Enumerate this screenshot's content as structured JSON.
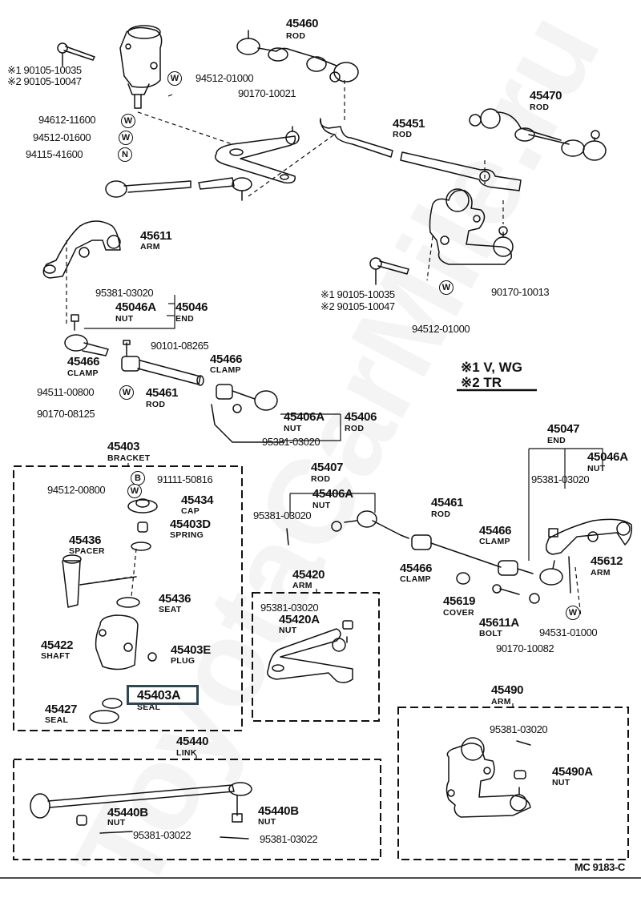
{
  "diagram": {
    "reference_code": "MC  9183-C",
    "watermark": "ToyotaCarMile.ru",
    "highlighted_part": "45403A",
    "highlight_color": "#2f4650",
    "legend": {
      "note1": "※1 V,  WG",
      "note2": "※2 TR"
    },
    "symbols": {
      "washer": "W",
      "nut": "N",
      "bolt": "B"
    },
    "parts": {
      "p45460": {
        "number": "45460",
        "name": "ROD"
      },
      "p45470": {
        "number": "45470",
        "name": "ROD"
      },
      "p45451": {
        "number": "45451",
        "name": "ROD"
      },
      "p45611": {
        "number": "45611",
        "name": "ARM"
      },
      "p45046A_top": {
        "number": "45046A",
        "name": "NUT"
      },
      "p45046_top": {
        "number": "45046",
        "name": "END"
      },
      "p45466_left": {
        "number": "45466",
        "name": "CLAMP"
      },
      "p45461_top": {
        "number": "45461",
        "name": "ROD"
      },
      "p45466_mid": {
        "number": "45466",
        "name": "CLAMP"
      },
      "p45406A": {
        "number": "45406A",
        "name": "NUT"
      },
      "p45406": {
        "number": "45406",
        "name": "ROD"
      },
      "p45403": {
        "number": "45403",
        "name": "BRACKET"
      },
      "p45434": {
        "number": "45434",
        "name": "CAP"
      },
      "p45403D": {
        "number": "45403D",
        "name": "SPRING"
      },
      "p45436_spacer": {
        "number": "45436",
        "name": "SPACER"
      },
      "p45436_seat": {
        "number": "45436",
        "name": "SEAT"
      },
      "p45422": {
        "number": "45422",
        "name": "SHAFT"
      },
      "p45403E": {
        "number": "45403E",
        "name": "PLUG"
      },
      "p45403A": {
        "number": "45403A",
        "name": "SEAL"
      },
      "p45427": {
        "number": "45427",
        "name": "SEAL"
      },
      "p45407": {
        "number": "45407",
        "name": "ROD"
      },
      "p45406A_b": {
        "number": "45406A",
        "name": "NUT"
      },
      "p45461_b": {
        "number": "45461",
        "name": "ROD"
      },
      "p45466_b1": {
        "number": "45466",
        "name": "CLAMP"
      },
      "p45466_b2": {
        "number": "45466",
        "name": "CLAMP"
      },
      "p45047": {
        "number": "45047",
        "name": "END"
      },
      "p45046A_b": {
        "number": "45046A",
        "name": "NUT"
      },
      "p45612": {
        "number": "45612",
        "name": "ARM"
      },
      "p45619": {
        "number": "45619",
        "name": "COVER"
      },
      "p45611A": {
        "number": "45611A",
        "name": "BOLT"
      },
      "p45420": {
        "number": "45420",
        "name": "ARM"
      },
      "p45420A": {
        "number": "45420A",
        "name": "NUT"
      },
      "p45440": {
        "number": "45440",
        "name": "LINK"
      },
      "p45440B_l": {
        "number": "45440B",
        "name": "NUT"
      },
      "p45440B_r": {
        "number": "45440B",
        "name": "NUT"
      },
      "p45490": {
        "number": "45490",
        "name": "ARM"
      },
      "p45490A": {
        "number": "45490A",
        "name": "NUT"
      }
    },
    "hardware": {
      "h1": "※1 90105-10035",
      "h2": "※2 90105-10047",
      "h3": "94512-01000",
      "h4": "90170-10021",
      "h5": "94612-11600",
      "h6": "94512-01600",
      "h7": "94115-41600",
      "h8": "95381-03020",
      "h9": "90101-08265",
      "h10": "94511-00800",
      "h11": "90170-08125",
      "h12": "95381-03020",
      "h13": "※1 90105-10035",
      "h14": "※2 90105-10047",
      "h15": "90170-10013",
      "h16": "94512-01000",
      "h17": "91111-50816",
      "h18": "94512-00800",
      "h19": "95381-03020",
      "h20": "95381-03020",
      "h21": "95381-03020",
      "h22": "94531-01000",
      "h23": "90170-10082",
      "h24": "95381-03022",
      "h25": "95381-03022",
      "h26": "95381-03020"
    }
  }
}
